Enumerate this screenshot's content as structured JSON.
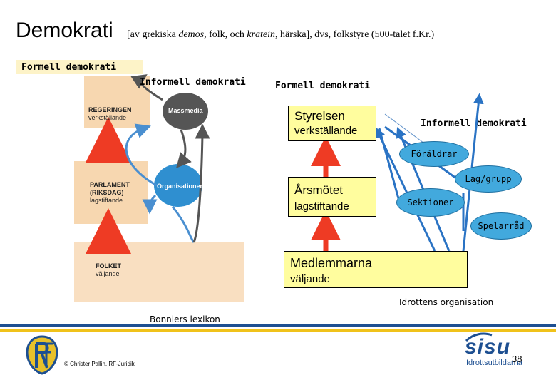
{
  "title": "Demokrati",
  "subtitle_parts": {
    "a": "[av grekiska ",
    "b": "demos",
    "c": ", folk, och ",
    "d": "kratein",
    "e": ", härska], dvs, folkstyre (500-talet f.Kr.)"
  },
  "left_diagram": {
    "formell_label": "Formell demokrati",
    "informell_label": "Informell demokrati",
    "regeringen": [
      "REGERINGEN",
      "verkställande"
    ],
    "massmedia": "Massmedia",
    "parlament": [
      "PARLAMENT",
      "(RIKSDAG)",
      "lagstiftande"
    ],
    "organisationer": "Organisationer",
    "folket": [
      "FOLKET",
      "väljande"
    ],
    "source": "Bonniers lexikon"
  },
  "right_diagram": {
    "formell_label": "Formell demokrati",
    "informell_label": "Informell demokrati",
    "styrelsen": {
      "title": "Styrelsen",
      "sub": "verkställande"
    },
    "arsmotet": {
      "title": "Årsmötet",
      "sub": "lagstiftande"
    },
    "medlemmarna": {
      "title": "Medlemmarna",
      "sub": "väljande"
    },
    "ovals": [
      "Föräldrar",
      "Lag/grupp",
      "Sektioner",
      "Spelarråd"
    ],
    "caption": "Idrottens organisation"
  },
  "footer": {
    "copyright": "© Christer Pallin, RF-Juridik",
    "sisu_brand": "sisu",
    "sisu_sub": "Idrottsutbildarna",
    "page_number": "38"
  },
  "colors": {
    "box_fill": "#fffd9e",
    "oval_fill": "#42a9dd",
    "arrow_red": "#ee3b24",
    "line_blue": "#2a73c4",
    "footer_blue": "#1d4f91",
    "footer_yellow": "#f0c21a"
  }
}
